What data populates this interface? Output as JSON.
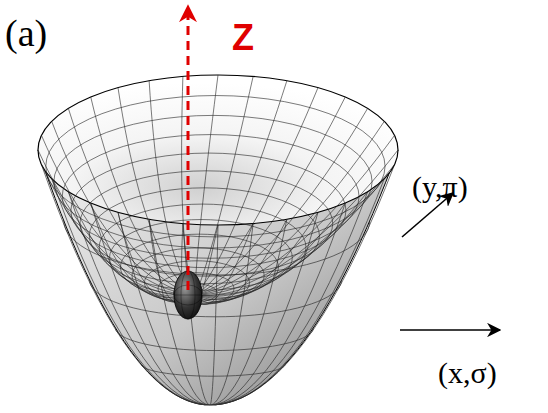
{
  "diagram": {
    "labels": [
      "(a)",
      "Z",
      "(y,π)",
      "(x,σ)"
    ]
  }
}
